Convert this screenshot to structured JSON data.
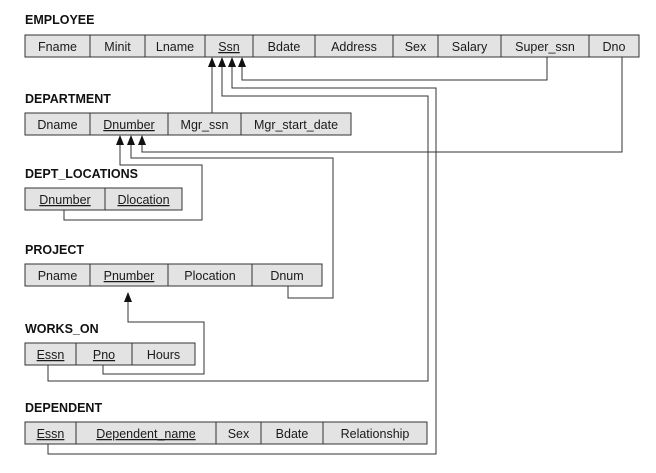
{
  "relations": [
    {
      "id": "employee",
      "title": "EMPLOYEE",
      "attributes": [
        {
          "name": "Fname",
          "key": false
        },
        {
          "name": "Minit",
          "key": false
        },
        {
          "name": "Lname",
          "key": false
        },
        {
          "name": "Ssn",
          "key": true
        },
        {
          "name": "Bdate",
          "key": false
        },
        {
          "name": "Address",
          "key": false
        },
        {
          "name": "Sex",
          "key": false
        },
        {
          "name": "Salary",
          "key": false
        },
        {
          "name": "Super_ssn",
          "key": false
        },
        {
          "name": "Dno",
          "key": false
        }
      ]
    },
    {
      "id": "department",
      "title": "DEPARTMENT",
      "attributes": [
        {
          "name": "Dname",
          "key": false
        },
        {
          "name": "Dnumber",
          "key": true
        },
        {
          "name": "Mgr_ssn",
          "key": false
        },
        {
          "name": "Mgr_start_date",
          "key": false
        }
      ]
    },
    {
      "id": "dept-locations",
      "title": "DEPT_LOCATIONS",
      "attributes": [
        {
          "name": "Dnumber",
          "key": true
        },
        {
          "name": "Dlocation",
          "key": true
        }
      ]
    },
    {
      "id": "project",
      "title": "PROJECT",
      "attributes": [
        {
          "name": "Pname",
          "key": false
        },
        {
          "name": "Pnumber",
          "key": true
        },
        {
          "name": "Plocation",
          "key": false
        },
        {
          "name": "Dnum",
          "key": false
        }
      ]
    },
    {
      "id": "works-on",
      "title": "WORKS_ON",
      "attributes": [
        {
          "name": "Essn",
          "key": true
        },
        {
          "name": "Pno",
          "key": true
        },
        {
          "name": "Hours",
          "key": false
        }
      ]
    },
    {
      "id": "dependent",
      "title": "DEPENDENT",
      "attributes": [
        {
          "name": "Essn",
          "key": true
        },
        {
          "name": "Dependent_name",
          "key": true
        },
        {
          "name": "Sex",
          "key": false
        },
        {
          "name": "Bdate",
          "key": false
        },
        {
          "name": "Relationship",
          "key": false
        }
      ]
    }
  ],
  "references": [
    {
      "from": "EMPLOYEE.Super_ssn",
      "to": "EMPLOYEE.Ssn"
    },
    {
      "from": "EMPLOYEE.Dno",
      "to": "DEPARTMENT.Dnumber"
    },
    {
      "from": "DEPARTMENT.Mgr_ssn",
      "to": "EMPLOYEE.Ssn"
    },
    {
      "from": "DEPT_LOCATIONS.Dnumber",
      "to": "DEPARTMENT.Dnumber"
    },
    {
      "from": "PROJECT.Dnum",
      "to": "DEPARTMENT.Dnumber"
    },
    {
      "from": "WORKS_ON.Essn",
      "to": "EMPLOYEE.Ssn"
    },
    {
      "from": "WORKS_ON.Pno",
      "to": "PROJECT.Pnumber"
    },
    {
      "from": "DEPENDENT.Essn",
      "to": "EMPLOYEE.Ssn"
    }
  ],
  "colors": {
    "cell_fill": "#e3e3e3",
    "line": "#333333",
    "text": "#1a1a1a"
  }
}
